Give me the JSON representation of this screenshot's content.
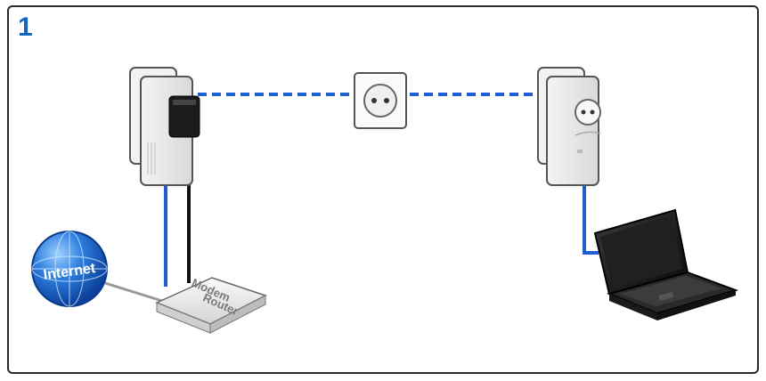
{
  "step": {
    "number": "1"
  },
  "labels": {
    "internet": "Internet",
    "modem": "Modem",
    "router": "Router"
  },
  "colors": {
    "accent": "#1565c0",
    "lan_cable": "#1f5fd1",
    "power_cable": "#111111",
    "dashed_link": "#1f5fd1",
    "frame": "#2b2b2b"
  },
  "icons": {
    "powerline_left": "powerline-adapter-icon",
    "powerline_right": "powerline-adapter-icon",
    "wall_socket": "wall-socket-icon",
    "globe": "globe-icon",
    "router": "router-icon",
    "laptop": "laptop-icon"
  }
}
